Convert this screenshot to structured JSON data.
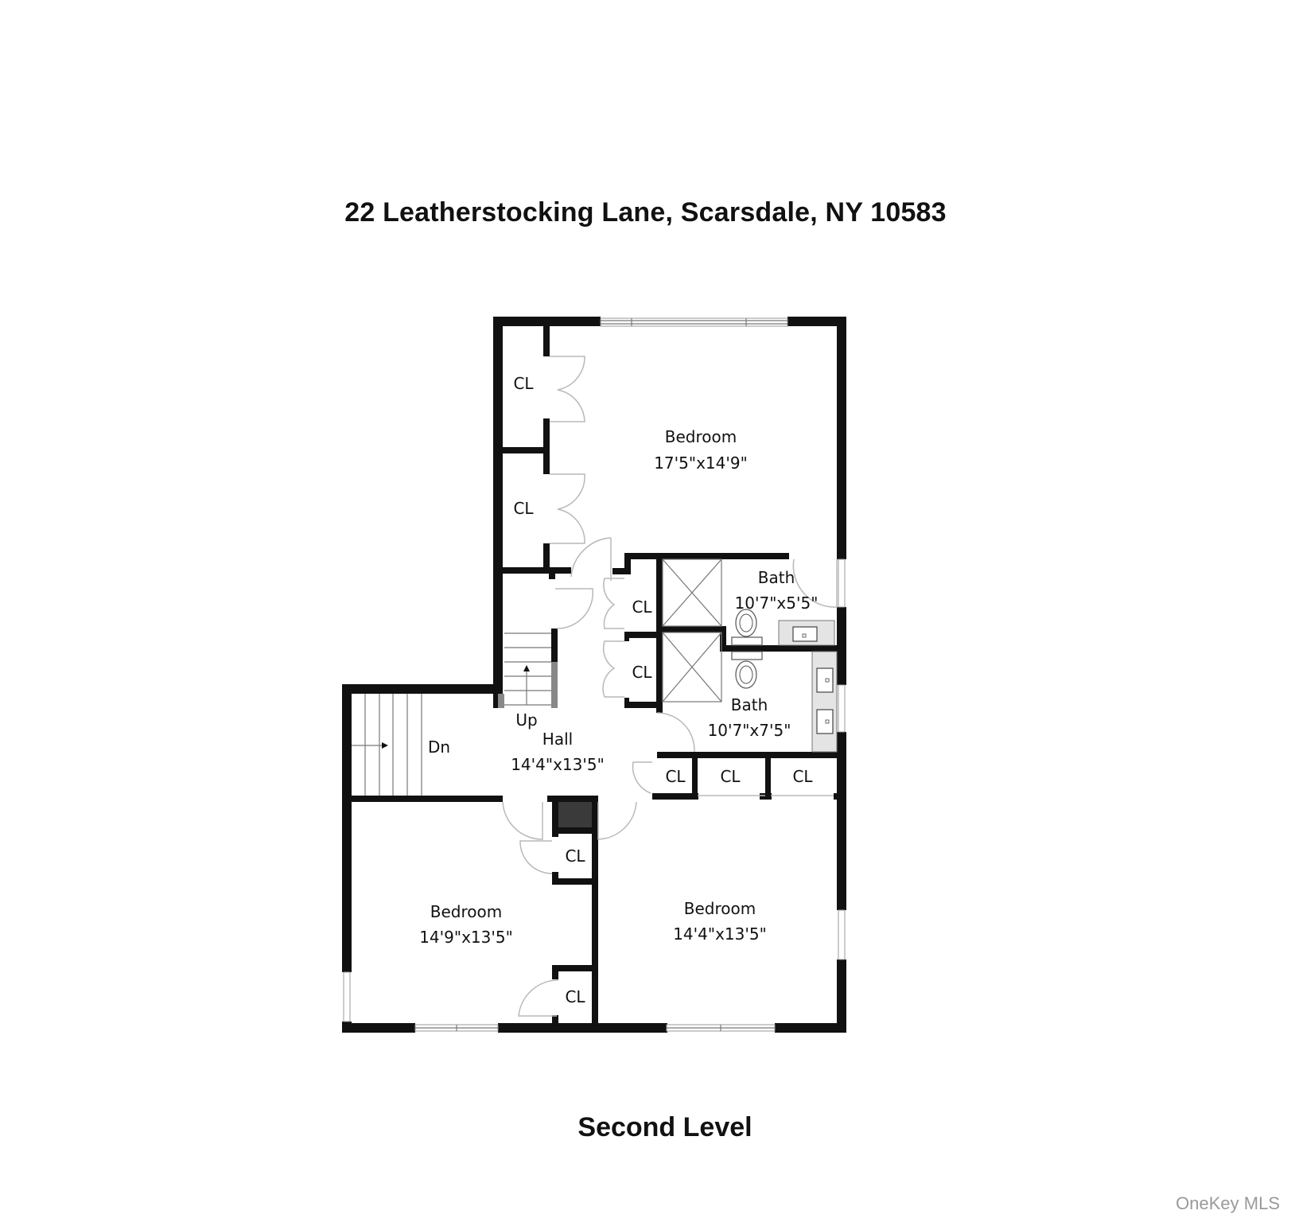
{
  "header": {
    "title": "22 Leatherstocking Lane, Scarsdale, NY 10583"
  },
  "footer": {
    "level_label": "Second Level",
    "watermark": "OneKey MLS"
  },
  "rooms": [
    {
      "id": "primary-bedroom",
      "name": "Bedroom",
      "dimensions": "17'5\"x14'9\""
    },
    {
      "id": "bath-upper",
      "name": "Bath",
      "dimensions": "10'7\"x5'5\""
    },
    {
      "id": "bath-lower",
      "name": "Bath",
      "dimensions": "10'7\"x7'5\""
    },
    {
      "id": "hall",
      "name": "Hall",
      "dimensions": "14'4\"x13'5\""
    },
    {
      "id": "bedroom-left",
      "name": "Bedroom",
      "dimensions": "14'9\"x13'5\""
    },
    {
      "id": "bedroom-right",
      "name": "Bedroom",
      "dimensions": "14'4\"x13'5\""
    }
  ],
  "closets": [
    {
      "label": "CL"
    },
    {
      "label": "CL"
    },
    {
      "label": "CL"
    },
    {
      "label": "CL"
    },
    {
      "label": "CL"
    },
    {
      "label": "CL"
    },
    {
      "label": "CL"
    },
    {
      "label": "CL"
    },
    {
      "label": "CL"
    }
  ],
  "stairs": {
    "up_label": "Up",
    "down_label": "Dn"
  },
  "colors": {
    "wall": "#111111",
    "chimney": "#3a3a3a",
    "fixture_fill": "#e4e4e4"
  }
}
